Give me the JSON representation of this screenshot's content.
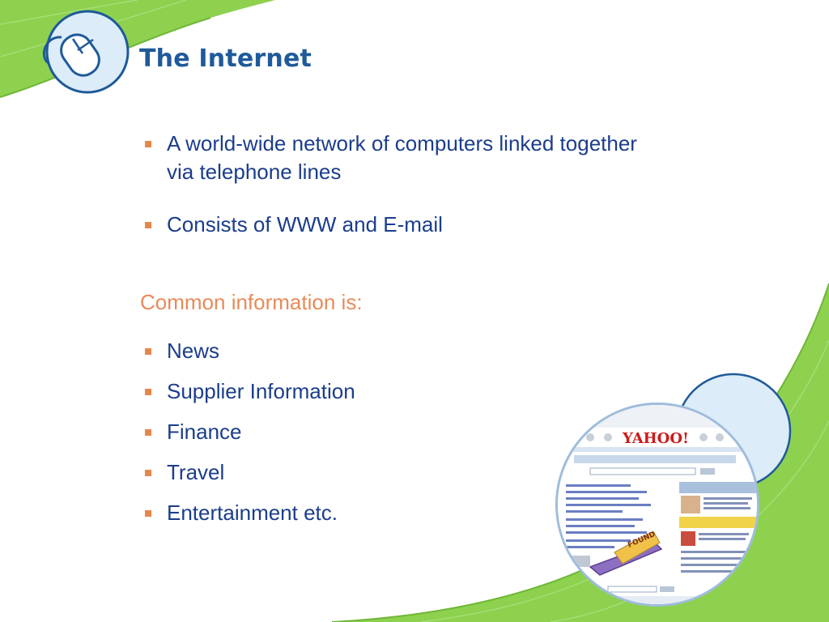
{
  "slide": {
    "title": "The Internet",
    "bullets": [
      "A world-wide network of computers linked together via telephone lines",
      "Consists of WWW and E-mail"
    ],
    "subheading": "Common information is:",
    "info_items": [
      "News",
      "Supplier Information",
      "Finance",
      "Travel",
      "Entertainment etc."
    ]
  },
  "colors": {
    "title": "#1f5a9a",
    "body_text": "#1b3d8c",
    "subheading": "#e88a5a",
    "bullet_marker": "#e8864a",
    "background_green": "#8dd14f",
    "circle_fill": "#dcecf8"
  },
  "icons": {
    "logo": "computer-mouse-icon"
  },
  "screenshot_image": {
    "logo_text": "YAHOO!",
    "badge_text": "FOUND"
  }
}
